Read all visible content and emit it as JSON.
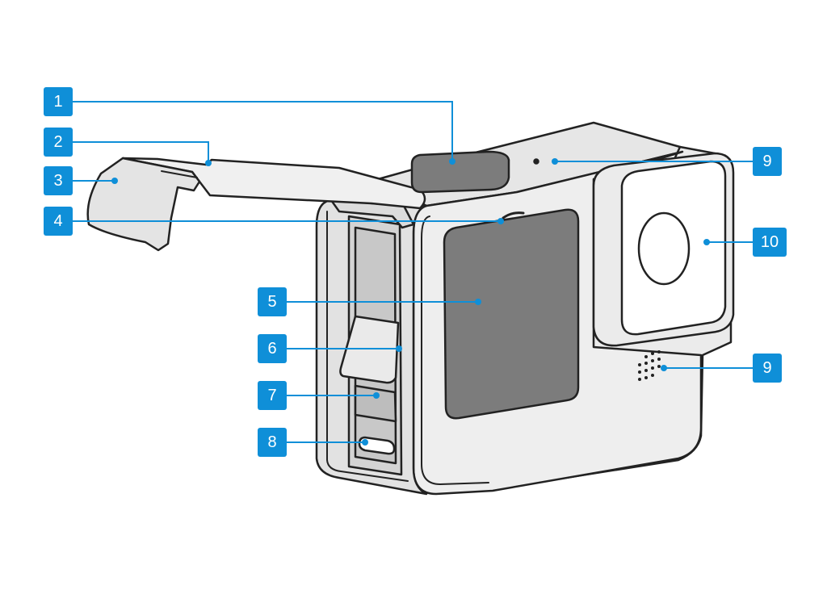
{
  "colors": {
    "accent": "#0f8fd8",
    "outline": "#222222",
    "body": "#ebebeb",
    "shade": "#c9c9c9",
    "screen": "#7c7c7c"
  },
  "callouts": [
    {
      "id": "c1",
      "label": "1"
    },
    {
      "id": "c2",
      "label": "2"
    },
    {
      "id": "c3",
      "label": "3"
    },
    {
      "id": "c4",
      "label": "4"
    },
    {
      "id": "c5",
      "label": "5"
    },
    {
      "id": "c6",
      "label": "6"
    },
    {
      "id": "c7",
      "label": "7"
    },
    {
      "id": "c8",
      "label": "8"
    },
    {
      "id": "c9a",
      "label": "9"
    },
    {
      "id": "c9b",
      "label": "9"
    },
    {
      "id": "c10",
      "label": "10"
    }
  ]
}
